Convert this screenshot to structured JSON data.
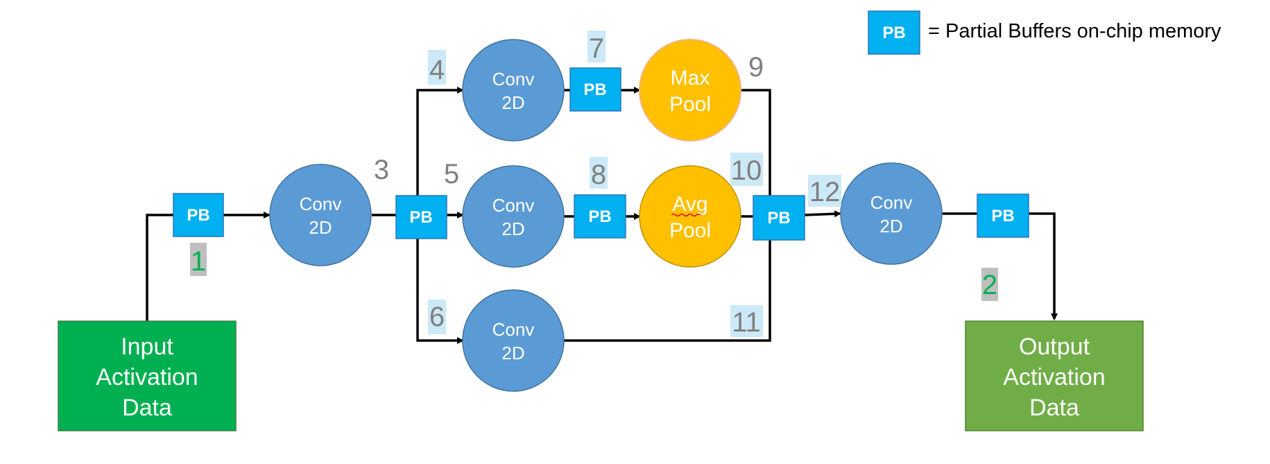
{
  "legend": {
    "box_label": "PB",
    "text": "= Partial Buffers on-chip memory"
  },
  "buffer_label": "PB",
  "nodes": {
    "input": {
      "lines": [
        "Input",
        "Activation",
        "Data"
      ]
    },
    "output": {
      "lines": [
        "Output",
        "Activation",
        "Data"
      ]
    },
    "conv_a": {
      "lines": [
        "Conv",
        "2D"
      ]
    },
    "conv_top": {
      "lines": [
        "Conv",
        "2D"
      ]
    },
    "conv_mid": {
      "lines": [
        "Conv",
        "2D"
      ]
    },
    "conv_bottom": {
      "lines": [
        "Conv",
        "2D"
      ]
    },
    "conv_final": {
      "lines": [
        "Conv",
        "2D"
      ]
    },
    "max_pool": {
      "lines": [
        "Max",
        "Pool"
      ]
    },
    "avg_pool": {
      "lines": [
        "Avg",
        "Pool"
      ]
    }
  },
  "step_numbers": {
    "n1": "1",
    "n2": "2",
    "n3": "3",
    "n4": "4",
    "n5": "5",
    "n6": "6",
    "n7": "7",
    "n8": "8",
    "n9": "9",
    "n10": "10",
    "n11": "11",
    "n12": "12"
  },
  "colors": {
    "conv": "#5b9bd5",
    "pool": "#ffc000",
    "buffer": "#00b0f0",
    "input": "#00b050",
    "output": "#70ad47",
    "number_highlight_blue": "#cce9f7",
    "number_highlight_gray": "#bfbfbf"
  }
}
